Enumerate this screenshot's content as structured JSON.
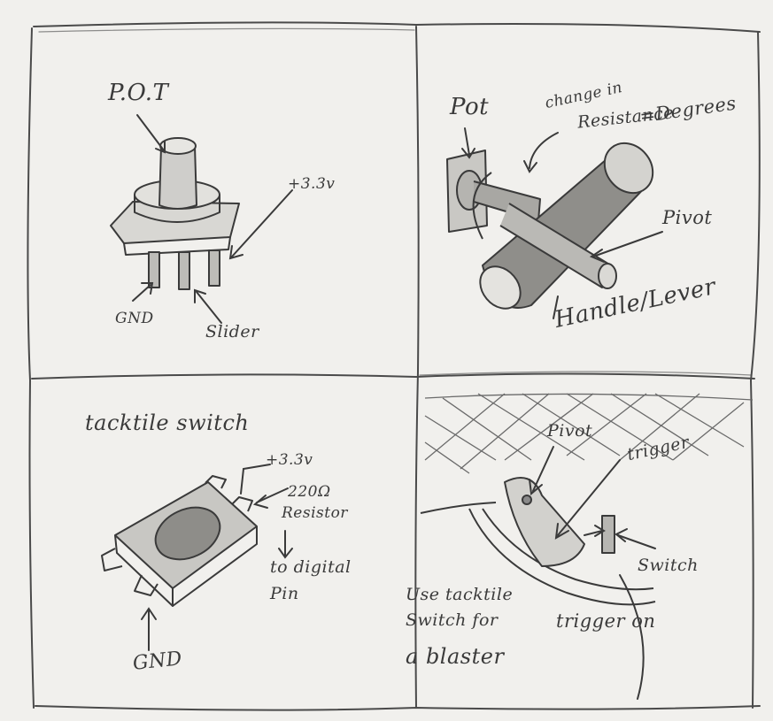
{
  "panels": {
    "pot_component": {
      "title": "P.O.T",
      "supply": "+3.3v",
      "ground": "GND",
      "slider": "Slider"
    },
    "pot_mechanism": {
      "pot": "Pot",
      "note_line1": "change in",
      "note_line2": "Resistance",
      "note_line3": "=Degrees",
      "pivot": "Pivot",
      "handle": "Handle/Lever"
    },
    "tactile_switch": {
      "title": "tacktile switch",
      "supply": "+3.3v",
      "resistor_line1": "220Ω",
      "resistor_line2": "Resistor",
      "digital_line1": "to digital",
      "digital_line2": "Pin",
      "ground": "GND"
    },
    "trigger": {
      "pivot": "Pivot",
      "trigger": "trigger",
      "switch": "Switch",
      "note_line1": "Use tacktile",
      "note_line2": "Switch for",
      "note_line3": "trigger on",
      "note_line4": "a blaster"
    }
  },
  "colors": {
    "paper": "#f1f0ed",
    "pencil": "#3a3a3a",
    "shade": "#8a8a8a"
  }
}
